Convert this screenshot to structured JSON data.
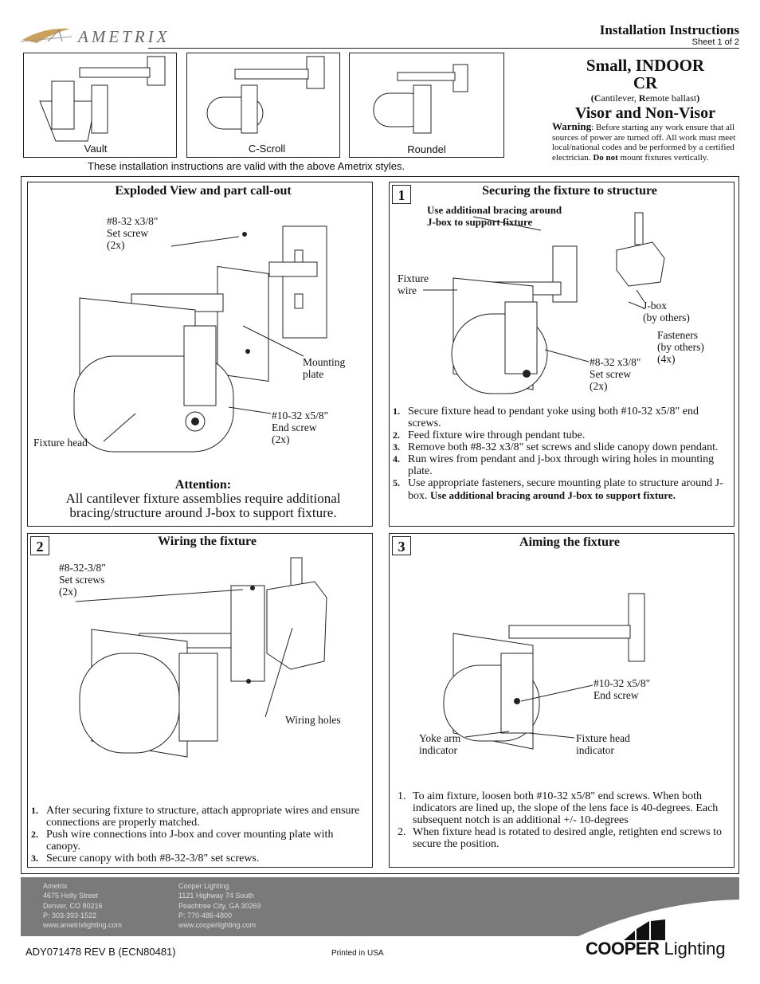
{
  "brand": {
    "logo_text": "AMETRIX"
  },
  "header": {
    "title": "Installation Instructions",
    "sheet": "Sheet 1 of 2"
  },
  "product": {
    "line1": "Small, INDOOR",
    "line2": "CR",
    "c_letter": "C",
    "c_rest": "antilever, ",
    "r_letter": "R",
    "r_rest": "emote ballast",
    "paren_open": "(",
    "paren_close": ")",
    "line4": "Visor and Non-Visor"
  },
  "warning": {
    "label": "Warning",
    "text": ":  Before starting any work ensure that all sources of power are turned off.  All work must meet local/national codes and be performed by a certified electrician.  ",
    "bold_tail": "Do not",
    "tail": " mount fixtures vertically."
  },
  "styles": [
    {
      "name": "Vault"
    },
    {
      "name": "C-Scroll"
    },
    {
      "name": "Roundel"
    }
  ],
  "styles_note": "These installation instructions are valid with the above Ametrix styles.",
  "exploded": {
    "title": "Exploded View and part call-out",
    "set_screw": [
      "#8-32 x3/8\"",
      "Set screw",
      "(2x)"
    ],
    "mounting_plate": [
      "Mounting",
      "plate"
    ],
    "end_screw": [
      "#10-32 x5/8\"",
      "End screw",
      "(2x)"
    ],
    "fixture_head": "Fixture head",
    "attention_title": "Attention:",
    "attention_text": "All cantilever fixture assemblies require additional bracing/structure around J-box to support fixture."
  },
  "section1": {
    "number": "1",
    "title": "Securing the fixture to structure",
    "bracing_note": [
      "Use additional bracing around",
      "J-box to support fixture"
    ],
    "fixture_wire": [
      "Fixture",
      "wire"
    ],
    "jbox": [
      "J-box",
      "(by others)"
    ],
    "fasteners": [
      "Fasteners",
      "(by others)",
      "(4x)"
    ],
    "set_screw": [
      "#8-32 x3/8\"",
      "Set screw",
      "(2x)"
    ],
    "steps": [
      {
        "n": "1.",
        "text": "Secure fixture head to pendant yoke using both #10-32 x5/8\" end screws."
      },
      {
        "n": "2.",
        "text": "Feed fixture wire through pendant tube."
      },
      {
        "n": "3.",
        "text": "Remove both #8-32 x3/8\" set screws and slide canopy down pendant."
      },
      {
        "n": "4.",
        "text": "Run wires from pendant and j-box through wiring holes in mounting plate."
      },
      {
        "n": "5.",
        "text": "Use appropriate fasteners, secure mounting plate to structure around J-box.  ",
        "bold": "Use additional bracing around J-box to support fixture."
      }
    ]
  },
  "section2": {
    "number": "2",
    "title": "Wiring the fixture",
    "set_screws": [
      "#8-32-3/8\"",
      "Set screws",
      "(2x)"
    ],
    "wiring_holes": "Wiring holes",
    "steps": [
      {
        "n": "1.",
        "text": "After securing fixture to structure, attach appropriate wires and ensure connections are properly matched."
      },
      {
        "n": "2.",
        "text": "Push wire connections into J-box and cover mounting plate with canopy."
      },
      {
        "n": "3.",
        "text": "Secure canopy with both #8-32-3/8\" set screws."
      }
    ]
  },
  "section3": {
    "number": "3",
    "title": "Aiming the fixture",
    "end_screw": [
      "#10-32 x5/8\"",
      "End screw"
    ],
    "yoke": [
      "Yoke arm",
      "indicator"
    ],
    "head_ind": [
      "Fixture head",
      "indicator"
    ],
    "steps": [
      {
        "n": "1.",
        "text": "To aim fixture, loosen both #10-32 x5/8\" end screws.  When both indicators are lined up, the slope of the lens face is 40-degrees.  Each subsequent notch is an additional +/- 10-degrees"
      },
      {
        "n": "2.",
        "text": "When fixture head is rotated to desired angle, retighten end screws to secure the position."
      }
    ]
  },
  "footer": {
    "ametrix": [
      "Ametrix",
      "4675 Holly Street",
      "Denver, CO 80216",
      "P: 303-393-1522",
      "www.ametrixlighting.com"
    ],
    "cooper": [
      "Cooper Lighting",
      "1121 Highway 74 South",
      "Peachtree City, GA 30269",
      "P: 770-486-4800",
      "www.cooperlighting.com"
    ],
    "doc_id": "ADY071478   REV B (ECN80481)",
    "printed": "Printed in USA",
    "cooper_logo": "COOPER",
    "lighting": "Lighting"
  }
}
